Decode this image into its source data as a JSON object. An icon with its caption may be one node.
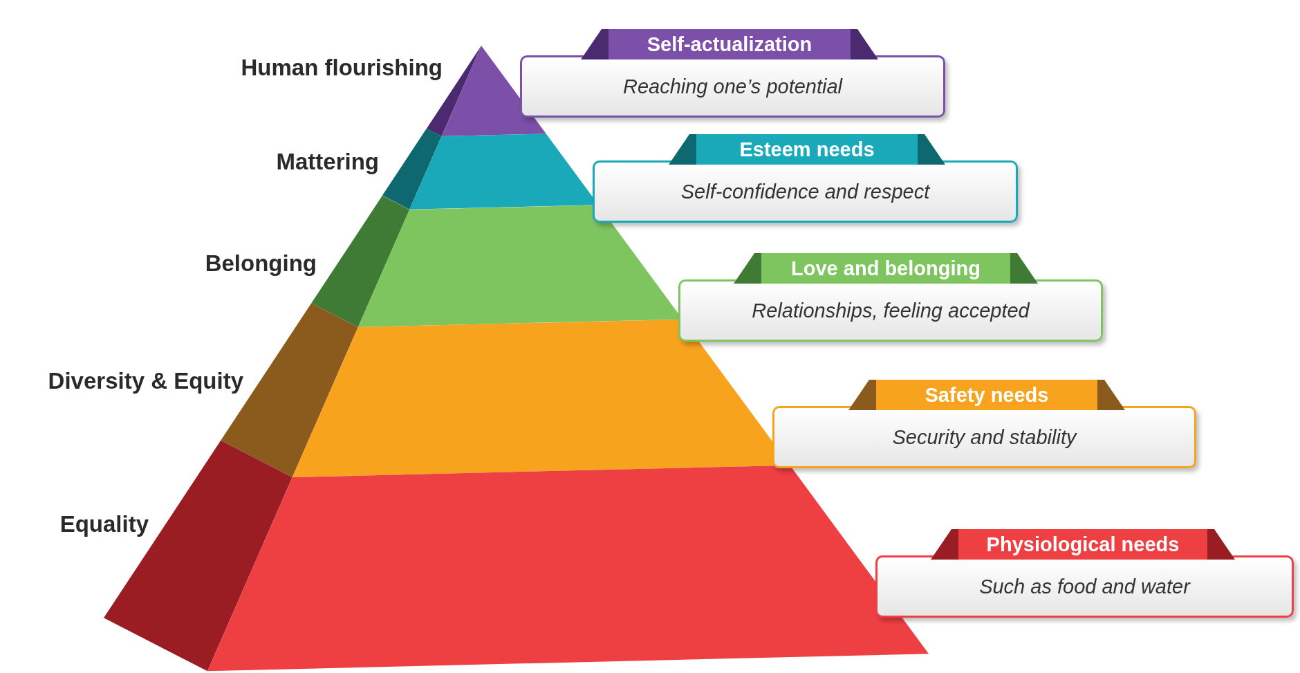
{
  "diagram": {
    "nodes": [
      {
        "text": [
          "Human flourishing"
        ]
      },
      {
        "text": [
          "Mattering"
        ]
      },
      {
        "text": [
          "Belonging"
        ]
      },
      {
        "text": [
          "Diversity & Equity"
        ]
      },
      {
        "text": [
          "Equality"
        ]
      },
      {
        "text": [
          "Self-actualization",
          "Reaching one’s potential"
        ]
      },
      {
        "text": [
          "Esteem needs",
          "Self-confidence and respect"
        ]
      },
      {
        "text": [
          "Love and belonging",
          "Relationships, feeling accepted"
        ]
      },
      {
        "text": [
          "Safety needs",
          "Security and stability"
        ]
      },
      {
        "text": [
          "Physiological needs",
          "Such as food and water"
        ]
      }
    ]
  }
}
